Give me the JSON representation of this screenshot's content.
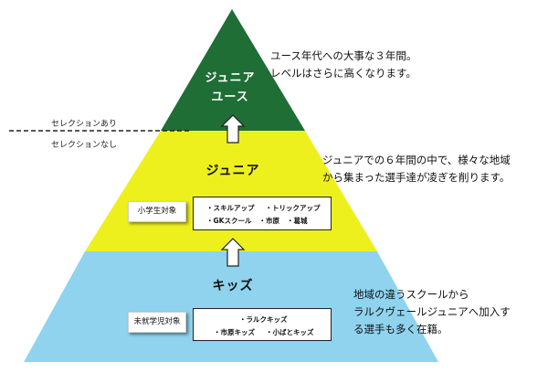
{
  "colors": {
    "youth": "#1e6e35",
    "junior": "#eef01e",
    "kids": "#8fd3ee",
    "arrow_fill": "#ffffff",
    "arrow_stroke": "#222222"
  },
  "tiers": {
    "youth": {
      "label_line1": "ジュニア",
      "label_line2": "ユース"
    },
    "junior": {
      "label": "ジュニア"
    },
    "kids": {
      "label": "キッズ"
    }
  },
  "descriptions": {
    "youth": [
      "ユース年代への大事な３年間。",
      "レベルはさらに高くなります。"
    ],
    "junior": [
      "ジュニアでの６年間の中で、様々な地域",
      "から集まった選手達が凌ぎを削ります。"
    ],
    "kids": [
      "地域の違うスクールから",
      "ラルクヴェールジュニアへ加入す",
      "る選手も多く在籍。"
    ]
  },
  "selection": {
    "with": "セレクションあり",
    "without": "セレクションなし"
  },
  "elementary": {
    "tag": "小学生対象",
    "items": [
      "・スキルアップ",
      "・トリックアップ",
      "・GKスクール",
      "・市原",
      "・葛城"
    ]
  },
  "preschool": {
    "tag": "未就学児対象",
    "items": [
      "・ラルクキッズ",
      "・市原キッズ",
      "・小ばとキッズ"
    ]
  }
}
